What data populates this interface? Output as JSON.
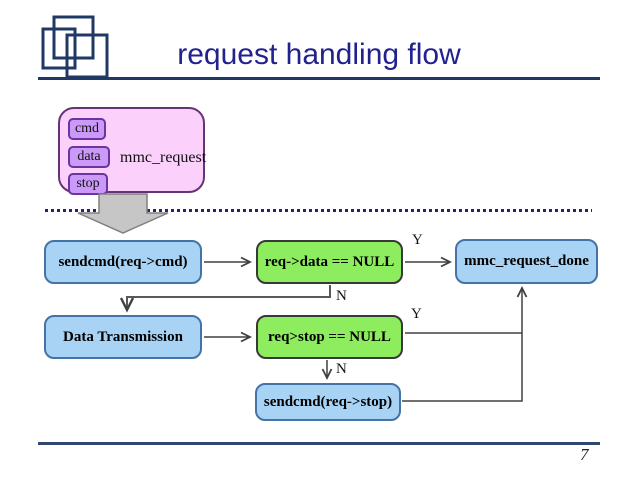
{
  "slide": {
    "title": "request handling flow",
    "page_number": "7"
  },
  "mmc_request_struct": {
    "name": "mmc_request",
    "fields": [
      {
        "label": "cmd"
      },
      {
        "label": "data"
      },
      {
        "label": "stop"
      }
    ]
  },
  "flowchart": {
    "nodes": [
      {
        "label": "sendcmd(req->cmd)",
        "type": "process"
      },
      {
        "label": "req->data == NULL",
        "type": "decision"
      },
      {
        "label": "mmc_request_done",
        "type": "process"
      },
      {
        "label": "Data Transmission",
        "type": "process"
      },
      {
        "label": "req>stop == NULL",
        "type": "decision"
      },
      {
        "label": "sendcmd(req->stop)",
        "type": "process"
      }
    ],
    "edge_labels": {
      "yes": "Y",
      "no": "N"
    }
  },
  "icons": {
    "logo": "overlapping-squares-logo",
    "block_arrow": "down-block-arrow"
  },
  "colors": {
    "title": "#22228E",
    "header_rule": "#1F3864",
    "struct_box_fill": "#FBD0FB",
    "struct_box_border": "#663377",
    "struct_field_fill": "#CB99F8",
    "process_fill": "#A9D3F5",
    "process_border": "#4473A5",
    "decision_fill": "#8DED5E",
    "decision_border": "#383838",
    "block_arrow_fill": "#C6C6C6",
    "dotted_divider": "#23237A",
    "connector": "#404040"
  }
}
